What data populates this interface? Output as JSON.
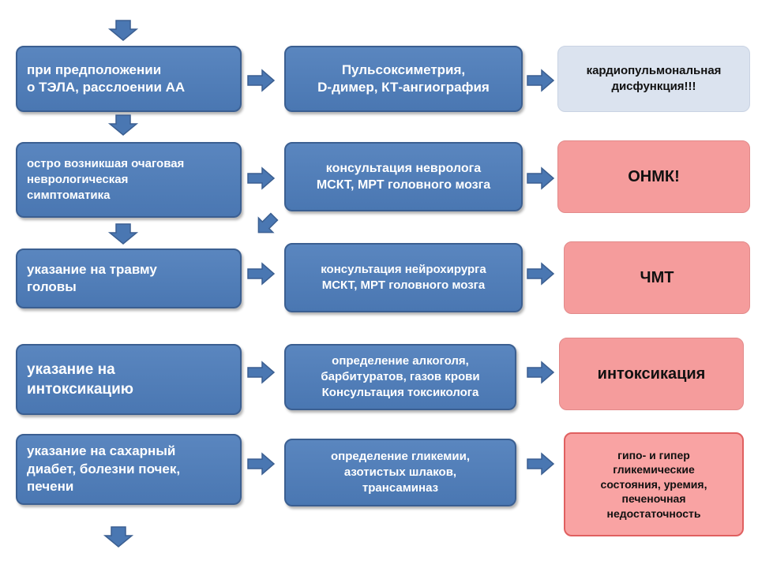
{
  "rows": [
    {
      "condition": "при предположении\nо ТЭЛА, расслоении АА",
      "test": "Пульсоксиметрия,\nD-димер, КТ-ангиография",
      "result": "кардиопульмональная\nдисфункция!!!"
    },
    {
      "condition": "остро возникшая очаговая\nневрологическая\nсимптоматика",
      "test": "консультация невролога\nМСКТ, МРТ головного мозга",
      "result": "ОНМК!"
    },
    {
      "condition": "указание на травму\nголовы",
      "test": "консультация нейрохирурга\nМСКТ, МРТ головного мозга",
      "result": "ЧМТ"
    },
    {
      "condition": "указание на\nинтоксикацию",
      "test": "определение алкоголя,\nбарбитуратов, газов крови\nКонсультация токсиколога",
      "result": "интоксикация"
    },
    {
      "condition": "указание на сахарный\nдиабет, болезни почек,\nпечени",
      "test": "определение гликемии,\nазотистых шлаков,\nтрансаминаз",
      "result": "гипо- и гипер\nгликемические\nсостояния, уремия,\nпеченочная\nнедостаточность"
    }
  ],
  "colors": {
    "box_blue": "#4f7db8",
    "box_border": "#3b5f91",
    "result_pale": "#dbe3ef",
    "result_pink": "#f59c9c",
    "arrow_fill": "#4a77b2"
  }
}
